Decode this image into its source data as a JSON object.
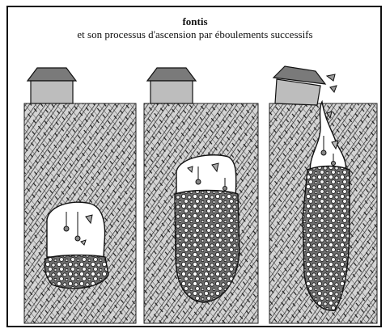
{
  "figure": {
    "title": "fontis",
    "subtitle": "et son processus d'ascension par éboulements successifs"
  },
  "colors": {
    "ink": "#1a1a1a",
    "ground": "#c9c9c9",
    "cavity": "#ffffff",
    "house_wall": "#bdbdbd",
    "roof": "#7a7a7a"
  },
  "panels": [
    {
      "name": "stage-1"
    },
    {
      "name": "stage-2"
    },
    {
      "name": "stage-3"
    }
  ]
}
